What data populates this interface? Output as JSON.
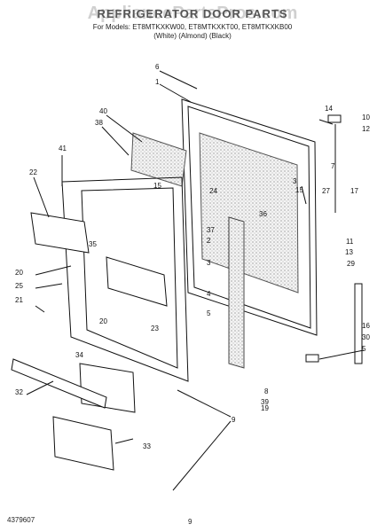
{
  "header": {
    "title": "REFRIGERATOR DOOR PARTS",
    "models_line": "For Models: ET8MTKXKW00, ET8MTKXKT00, ET8MTKXKB00",
    "colors_line": "(White)     (Almond)     (Black)",
    "watermark": "AppliancePartsPros.com"
  },
  "footer": {
    "doc_number": "4379607",
    "page_number": "9"
  },
  "diagram": {
    "callouts": [
      "6",
      "1",
      "40",
      "38",
      "41",
      "22",
      "15",
      "24",
      "14",
      "10",
      "12",
      "7",
      "3",
      "15",
      "27",
      "17",
      "36",
      "35",
      "37",
      "11",
      "13",
      "29",
      "20",
      "25",
      "21",
      "3",
      "4",
      "5",
      "20",
      "23",
      "16",
      "30",
      "5",
      "34",
      "32",
      "33",
      "8",
      "39",
      "19",
      "9",
      "2"
    ]
  },
  "colors": {
    "line": "#111111",
    "gasket_fill": "#d9d9d9",
    "watermark": "#969696"
  }
}
